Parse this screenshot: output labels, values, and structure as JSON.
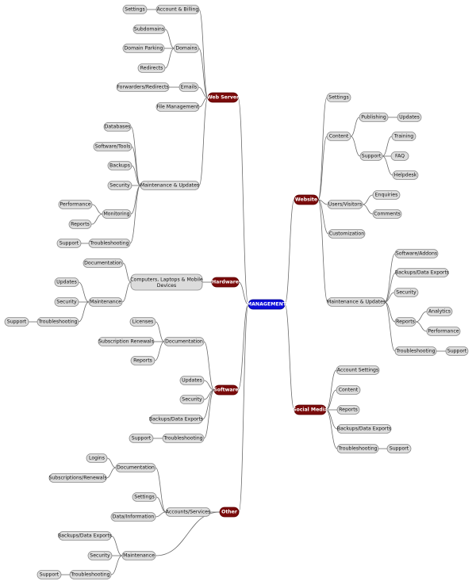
{
  "colors": {
    "root": "#0b0bd8",
    "branch": "#7a0b0b",
    "leaf": "#dcdcdc",
    "edge": "#6b6b6b"
  },
  "nodes": [
    {
      "id": "root",
      "label": "MANAGEMENT",
      "kind": "root"
    },
    {
      "id": "webserver",
      "label": "Web Server",
      "kind": "branch",
      "parent": "root"
    },
    {
      "id": "ws_acct",
      "label": "Account & Billing",
      "kind": "leaf",
      "parent": "webserver"
    },
    {
      "id": "ws_acct_set",
      "label": "Settings",
      "kind": "leaf",
      "parent": "ws_acct"
    },
    {
      "id": "ws_domains",
      "label": "Domains",
      "kind": "leaf",
      "parent": "webserver"
    },
    {
      "id": "ws_dom_sub",
      "label": "Subdomains",
      "kind": "leaf",
      "parent": "ws_domains"
    },
    {
      "id": "ws_dom_park",
      "label": "Domain Parking",
      "kind": "leaf",
      "parent": "ws_domains"
    },
    {
      "id": "ws_dom_red",
      "label": "Redirects",
      "kind": "leaf",
      "parent": "ws_domains"
    },
    {
      "id": "ws_emails",
      "label": "Emails",
      "kind": "leaf",
      "parent": "webserver"
    },
    {
      "id": "ws_em_fwd",
      "label": "Forwarders/Redirects",
      "kind": "leaf",
      "parent": "ws_emails"
    },
    {
      "id": "ws_fm",
      "label": "File Management",
      "kind": "leaf",
      "parent": "webserver"
    },
    {
      "id": "ws_mu",
      "label": "Maintenance & Updates",
      "kind": "leaf",
      "parent": "webserver"
    },
    {
      "id": "ws_mu_db",
      "label": "Databases",
      "kind": "leaf",
      "parent": "ws_mu"
    },
    {
      "id": "ws_mu_sw",
      "label": "Software/Tools",
      "kind": "leaf",
      "parent": "ws_mu"
    },
    {
      "id": "ws_mu_bk",
      "label": "Backups",
      "kind": "leaf",
      "parent": "ws_mu"
    },
    {
      "id": "ws_mu_sec",
      "label": "Security",
      "kind": "leaf",
      "parent": "ws_mu"
    },
    {
      "id": "ws_mu_mon",
      "label": "Monitoring",
      "kind": "leaf",
      "parent": "ws_mu"
    },
    {
      "id": "ws_mon_perf",
      "label": "Performance",
      "kind": "leaf",
      "parent": "ws_mu_mon"
    },
    {
      "id": "ws_mon_rep",
      "label": "Reports",
      "kind": "leaf",
      "parent": "ws_mu_mon"
    },
    {
      "id": "ws_mu_ts",
      "label": "Troubleshooting",
      "kind": "leaf",
      "parent": "ws_mu"
    },
    {
      "id": "ws_ts_sup",
      "label": "Support",
      "kind": "leaf",
      "parent": "ws_mu_ts"
    },
    {
      "id": "hardware",
      "label": "Hardware",
      "kind": "branch",
      "parent": "root"
    },
    {
      "id": "hw_comp",
      "label": "Computers, Laptops & Mobile Devices",
      "kind": "leaf",
      "parent": "hardware"
    },
    {
      "id": "hw_doc",
      "label": "Documentation",
      "kind": "leaf",
      "parent": "hw_comp"
    },
    {
      "id": "hw_maint",
      "label": "Maintenance",
      "kind": "leaf",
      "parent": "hw_comp"
    },
    {
      "id": "hw_m_upd",
      "label": "Updates",
      "kind": "leaf",
      "parent": "hw_maint"
    },
    {
      "id": "hw_m_sec",
      "label": "Security",
      "kind": "leaf",
      "parent": "hw_maint"
    },
    {
      "id": "hw_m_ts",
      "label": "Troubleshooting",
      "kind": "leaf",
      "parent": "hw_maint"
    },
    {
      "id": "hw_ts_sup",
      "label": "Support",
      "kind": "leaf",
      "parent": "hw_m_ts"
    },
    {
      "id": "software",
      "label": "Software",
      "kind": "branch",
      "parent": "root"
    },
    {
      "id": "sw_doc",
      "label": "Documentation",
      "kind": "leaf",
      "parent": "software"
    },
    {
      "id": "sw_doc_lic",
      "label": "Licenses",
      "kind": "leaf",
      "parent": "sw_doc"
    },
    {
      "id": "sw_doc_sub",
      "label": "Subscription Renewals",
      "kind": "leaf",
      "parent": "sw_doc"
    },
    {
      "id": "sw_doc_rep",
      "label": "Reports",
      "kind": "leaf",
      "parent": "sw_doc"
    },
    {
      "id": "sw_upd",
      "label": "Updates",
      "kind": "leaf",
      "parent": "software"
    },
    {
      "id": "sw_sec",
      "label": "Security",
      "kind": "leaf",
      "parent": "software"
    },
    {
      "id": "sw_bk",
      "label": "Backups/Data Exports",
      "kind": "leaf",
      "parent": "software"
    },
    {
      "id": "sw_ts",
      "label": "Troubleshooting",
      "kind": "leaf",
      "parent": "software"
    },
    {
      "id": "sw_ts_sup",
      "label": "Support",
      "kind": "leaf",
      "parent": "sw_ts"
    },
    {
      "id": "other",
      "label": "Other",
      "kind": "branch",
      "parent": "root"
    },
    {
      "id": "ot_as",
      "label": "Accounts/Services",
      "kind": "leaf",
      "parent": "other"
    },
    {
      "id": "ot_as_doc",
      "label": "Documentation",
      "kind": "leaf",
      "parent": "ot_as"
    },
    {
      "id": "ot_doc_log",
      "label": "Logins",
      "kind": "leaf",
      "parent": "ot_as_doc"
    },
    {
      "id": "ot_doc_sub",
      "label": "Subscriptions/Renewals",
      "kind": "leaf",
      "parent": "ot_as_doc"
    },
    {
      "id": "ot_as_set",
      "label": "Settings",
      "kind": "leaf",
      "parent": "ot_as"
    },
    {
      "id": "ot_as_di",
      "label": "Data/Information",
      "kind": "leaf",
      "parent": "ot_as"
    },
    {
      "id": "ot_maint",
      "label": "Maintenance",
      "kind": "leaf",
      "parent": "other"
    },
    {
      "id": "ot_m_bk",
      "label": "Backups/Data Exports",
      "kind": "leaf",
      "parent": "ot_maint"
    },
    {
      "id": "ot_m_sec",
      "label": "Security",
      "kind": "leaf",
      "parent": "ot_maint"
    },
    {
      "id": "ot_m_ts",
      "label": "Troubleshooting",
      "kind": "leaf",
      "parent": "ot_maint"
    },
    {
      "id": "ot_ts_sup",
      "label": "Support",
      "kind": "leaf",
      "parent": "ot_m_ts"
    },
    {
      "id": "website",
      "label": "Website",
      "kind": "branch",
      "parent": "root"
    },
    {
      "id": "wb_set",
      "label": "Settings",
      "kind": "leaf",
      "parent": "website"
    },
    {
      "id": "wb_content",
      "label": "Content",
      "kind": "leaf",
      "parent": "website"
    },
    {
      "id": "wb_pub",
      "label": "Publishing",
      "kind": "leaf",
      "parent": "wb_content"
    },
    {
      "id": "wb_pub_upd",
      "label": "Updates",
      "kind": "leaf",
      "parent": "wb_pub"
    },
    {
      "id": "wb_sup",
      "label": "Support",
      "kind": "leaf",
      "parent": "wb_content"
    },
    {
      "id": "wb_sup_tr",
      "label": "Training",
      "kind": "leaf",
      "parent": "wb_sup"
    },
    {
      "id": "wb_sup_faq",
      "label": "FAQ",
      "kind": "leaf",
      "parent": "wb_sup"
    },
    {
      "id": "wb_sup_help",
      "label": "Helpdesk",
      "kind": "leaf",
      "parent": "wb_sup"
    },
    {
      "id": "wb_uv",
      "label": "Users/Visitors",
      "kind": "leaf",
      "parent": "website"
    },
    {
      "id": "wb_uv_enq",
      "label": "Enquiries",
      "kind": "leaf",
      "parent": "wb_uv"
    },
    {
      "id": "wb_uv_com",
      "label": "Comments",
      "kind": "leaf",
      "parent": "wb_uv"
    },
    {
      "id": "wb_cust",
      "label": "Customization",
      "kind": "leaf",
      "parent": "website"
    },
    {
      "id": "wb_mu",
      "label": "Maintenance & Updates",
      "kind": "leaf",
      "parent": "website"
    },
    {
      "id": "wb_mu_sw",
      "label": "Software/Addons",
      "kind": "leaf",
      "parent": "wb_mu"
    },
    {
      "id": "wb_mu_bk",
      "label": "Backups/Data Exports",
      "kind": "leaf",
      "parent": "wb_mu"
    },
    {
      "id": "wb_mu_sec",
      "label": "Security",
      "kind": "leaf",
      "parent": "wb_mu"
    },
    {
      "id": "wb_mu_rep",
      "label": "Reports",
      "kind": "leaf",
      "parent": "wb_mu"
    },
    {
      "id": "wb_rep_an",
      "label": "Analytics",
      "kind": "leaf",
      "parent": "wb_mu_rep"
    },
    {
      "id": "wb_rep_perf",
      "label": "Performance",
      "kind": "leaf",
      "parent": "wb_mu_rep"
    },
    {
      "id": "wb_mu_ts",
      "label": "Troubleshooting",
      "kind": "leaf",
      "parent": "wb_mu"
    },
    {
      "id": "wb_ts_sup",
      "label": "Support",
      "kind": "leaf",
      "parent": "wb_mu_ts"
    },
    {
      "id": "social",
      "label": "Social Media",
      "kind": "branch",
      "parent": "root"
    },
    {
      "id": "sm_acct",
      "label": "Account Settings",
      "kind": "leaf",
      "parent": "social"
    },
    {
      "id": "sm_content",
      "label": "Content",
      "kind": "leaf",
      "parent": "social"
    },
    {
      "id": "sm_rep",
      "label": "Reports",
      "kind": "leaf",
      "parent": "social"
    },
    {
      "id": "sm_bk",
      "label": "Backups/Data Exports",
      "kind": "leaf",
      "parent": "social"
    },
    {
      "id": "sm_ts",
      "label": "Troubleshooting",
      "kind": "leaf",
      "parent": "social"
    },
    {
      "id": "sm_ts_sup",
      "label": "Support",
      "kind": "leaf",
      "parent": "sm_ts"
    }
  ]
}
